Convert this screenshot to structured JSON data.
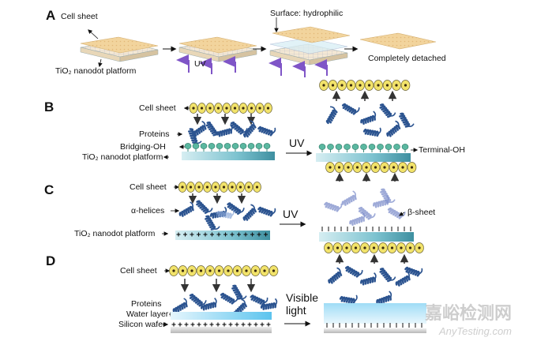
{
  "panels": {
    "a": "A",
    "b": "B",
    "c": "C",
    "d": "D"
  },
  "panel_a": {
    "cell_sheet": "Cell sheet",
    "platform": "TiO₂ nanodot platform",
    "uv": "UV",
    "surface": "Surface: hydrophilic",
    "detached": "Completely detached"
  },
  "panel_b": {
    "cell_sheet": "Cell sheet",
    "proteins": "Proteins",
    "bridging_oh": "Bridging-OH",
    "platform": "TiO₂ nanodot platform",
    "uv": "UV",
    "terminal_oh": "Terminal-OH"
  },
  "panel_c": {
    "cell_sheet": "Cell sheet",
    "alpha": "α-helices",
    "platform": "TiO₂ nanodot platform",
    "uv": "UV",
    "beta": "β-sheet"
  },
  "panel_d": {
    "cell_sheet": "Cell sheet",
    "proteins": "Proteins",
    "water": "Water layer",
    "wafer": "Silicon wafer",
    "visible": "Visible",
    "light": "light"
  },
  "watermark": {
    "cn": "嘉峪检测网",
    "en": "AnyTesting.com"
  },
  "colors": {
    "sheet": "#f3d9a8",
    "cell_yellow": "#f2e36a",
    "cell_dot": "#3a2a10",
    "protein": "#2c5490",
    "bead": "#5ab7a0",
    "substrate": "#9fd3dc",
    "water": "#bfe6f6",
    "uv": "#7f55c7"
  }
}
